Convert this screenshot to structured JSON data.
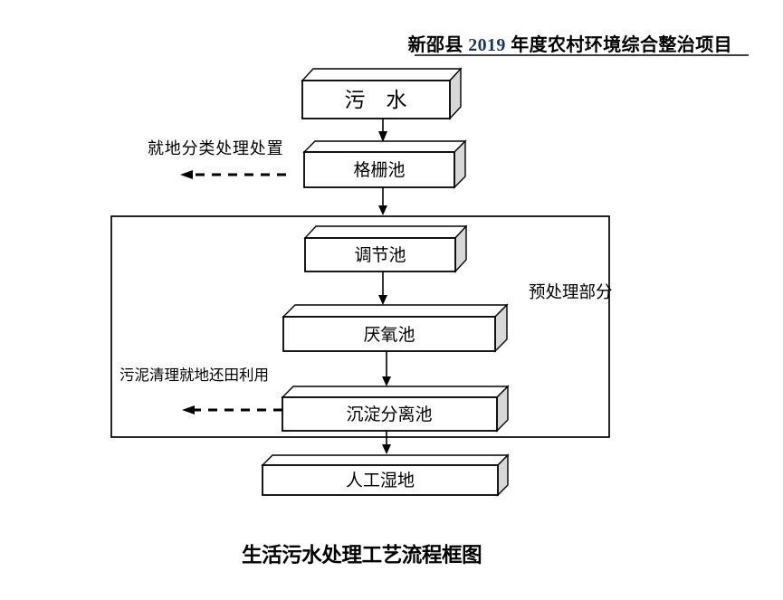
{
  "page": {
    "background": "#ffffff",
    "title_prefix": "新邵县 ",
    "title_year": "2019",
    "title_suffix": " 年度农村环境综合整治项目",
    "caption": "生活污水处理工艺流程框图"
  },
  "diagram": {
    "type": "flowchart",
    "direction": "top-down",
    "nodes": [
      {
        "id": "sewage",
        "label": "污　水"
      },
      {
        "id": "grid-pool",
        "label": "格栅池"
      },
      {
        "id": "regulating-pool",
        "label": "调节池"
      },
      {
        "id": "anaerobic-pool",
        "label": "厌氧池"
      },
      {
        "id": "sedimentation-separation-pool",
        "label": "沉淀分离池"
      },
      {
        "id": "constructed-wetland",
        "label": "人工湿地"
      }
    ],
    "group": {
      "label": "预处理部分",
      "members": [
        "regulating-pool",
        "anaerobic-pool",
        "sedimentation-separation-pool"
      ]
    },
    "side_annotations": [
      {
        "id": "onsite-disposal",
        "label": "就地分类处理处置",
        "from": "grid-pool"
      },
      {
        "id": "sludge-reuse",
        "label": "污泥清理就地还田利用",
        "from": "sedimentation-separation-pool"
      }
    ],
    "edges": [
      {
        "from": "sewage",
        "to": "grid-pool",
        "style": "solid-arrow"
      },
      {
        "from": "grid-pool",
        "to": "regulating-pool",
        "style": "solid-arrow"
      },
      {
        "from": "regulating-pool",
        "to": "anaerobic-pool",
        "style": "solid-arrow"
      },
      {
        "from": "anaerobic-pool",
        "to": "sedimentation-separation-pool",
        "style": "solid-arrow"
      },
      {
        "from": "sedimentation-separation-pool",
        "to": "constructed-wetland",
        "style": "solid-arrow"
      },
      {
        "from": "grid-pool",
        "to": "onsite-disposal",
        "style": "dashed-arrow"
      },
      {
        "from": "sedimentation-separation-pool",
        "to": "sludge-reuse",
        "style": "dashed-arrow"
      }
    ],
    "colors": {
      "line": "#000000",
      "box_face": "#ffffff",
      "box_side": "#d8d8d8",
      "year_text": "#17375e",
      "text": "#000000"
    }
  }
}
